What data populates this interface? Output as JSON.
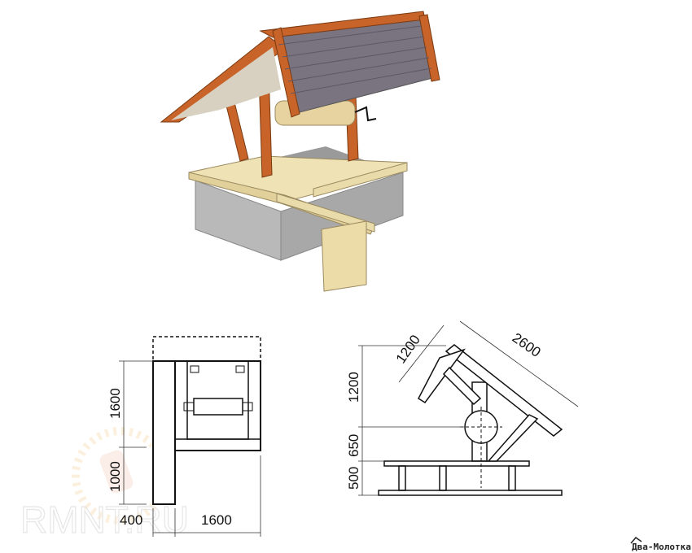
{
  "plan_view": {
    "dimensions": {
      "height_upper": "1600",
      "height_lower": "1000",
      "width_left": "400",
      "width_main": "1600"
    }
  },
  "side_view": {
    "dimensions": {
      "upper": "1200",
      "middle": "650",
      "lower": "500",
      "slope_short": "1200",
      "slope_long": "2600"
    }
  },
  "watermark": "RMNT.RU",
  "logo": "Два-Молотка",
  "colors": {
    "roof_wood": "#c8642a",
    "shingle": "#7a7480",
    "plank": "#eadcaa",
    "concrete": "#b4b4b4"
  }
}
